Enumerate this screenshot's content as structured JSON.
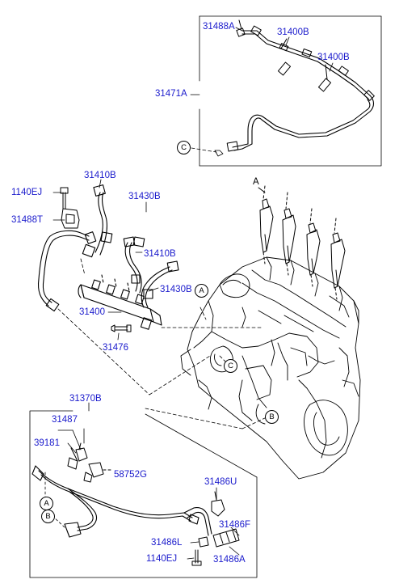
{
  "colors": {
    "part_number": "#1a1acc",
    "line": "#000000",
    "background": "#ffffff"
  },
  "labels": {
    "p31488A": "31488A",
    "p31400B_1": "31400B",
    "p31400B_2": "31400B",
    "p31471A": "31471A",
    "p31410B_1": "31410B",
    "p1140EJ_1": "1140EJ",
    "p31430B_1": "31430B",
    "p31488T": "31488T",
    "p31410B_2": "31410B",
    "p31430B_2": "31430B",
    "p31400": "31400",
    "p31476": "31476",
    "p31370B": "31370B",
    "p31487": "31487",
    "p39181": "39181",
    "p58752G": "58752G",
    "p31486U": "31486U",
    "p31486F": "31486F",
    "p31486L": "31486L",
    "p1140EJ_2": "1140EJ",
    "p31486A": "31486A",
    "ref_A_top": "A"
  },
  "callouts": {
    "c_top": "C",
    "a_rail": "A",
    "c_engine": "C",
    "b_engine": "B",
    "a_bottom": "A",
    "b_bottom": "B"
  }
}
